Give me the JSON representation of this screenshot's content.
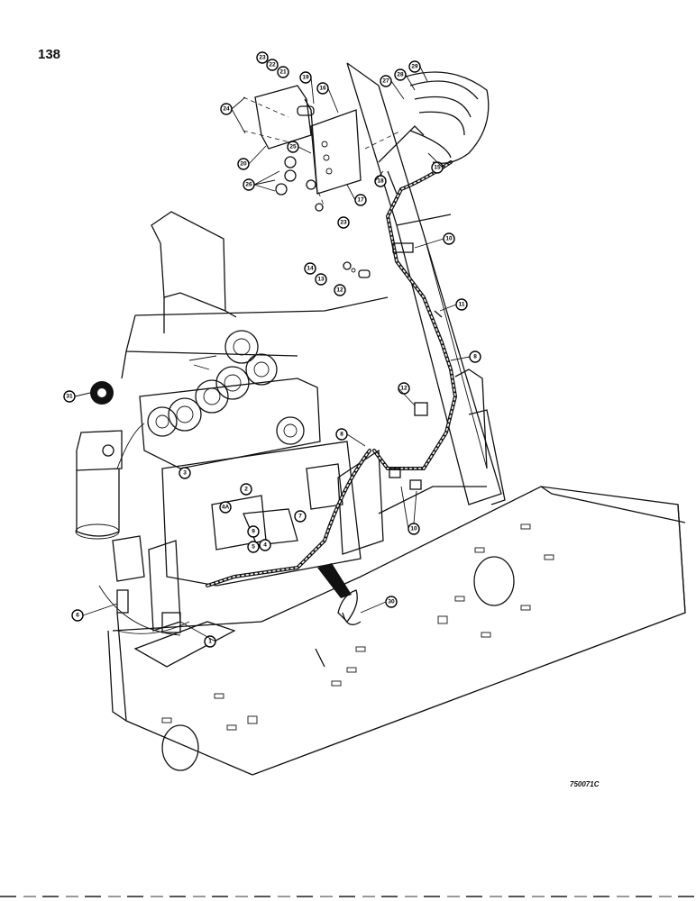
{
  "page": {
    "number": "138",
    "drawing_code": "750071C"
  },
  "callouts": [
    "1",
    "2",
    "3",
    "4",
    "5",
    "6",
    "7",
    "8",
    "9",
    "10",
    "11",
    "12",
    "13",
    "14",
    "15",
    "16",
    "17",
    "18",
    "19",
    "20",
    "21",
    "22",
    "23",
    "24",
    "25",
    "26",
    "27",
    "28",
    "29",
    "30",
    "31",
    "4A"
  ],
  "icons": {
    "harness": "wire-harness",
    "gauge": "gauge-icon",
    "filter": "filter-canister"
  }
}
